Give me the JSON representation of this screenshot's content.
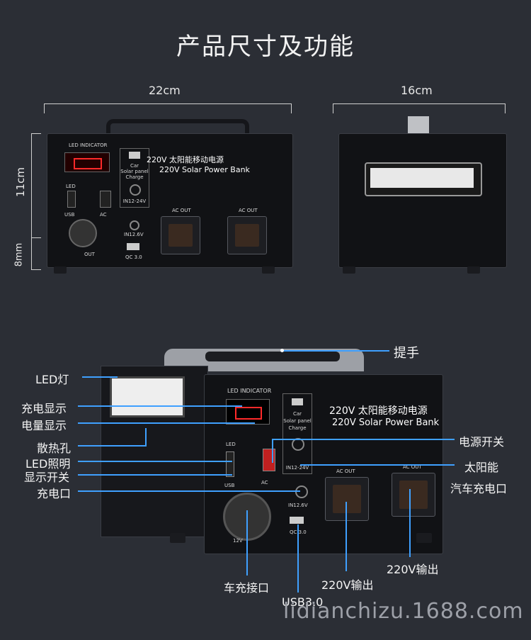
{
  "title": "产品尺寸及功能",
  "dimensions": {
    "front_width": "22cm",
    "side_width": "16cm",
    "height": "11cm",
    "foot_height": "8mm"
  },
  "panel": {
    "led_indicator": "LED INDICATOR",
    "brand_cn": "220V 太阳能移动电源",
    "brand_en": "220V Solar Power Bank",
    "charge_label_1": "Car",
    "charge_label_2": "Solar panel",
    "charge_label_3": "Charge",
    "in_12_24v": "IN12-24V",
    "in_12_6v": "IN12.6V",
    "led": "LED",
    "usb": "USB",
    "ac": "AC",
    "ac_out_1": "AC OUT",
    "ac_out_2": "AC OUT",
    "qc": "QC 3.0",
    "car_12v": "12V",
    "car_out": "OUT"
  },
  "callouts": {
    "handle": "提手",
    "led_light": "LED灯",
    "charge_display": "充电显示",
    "power_display": "电量显示",
    "vent": "散热孔",
    "led_lighting": "LED照明",
    "display_switch": "显示开关",
    "charge_port": "充电口",
    "power_switch": "电源开关",
    "solar": "太阳能",
    "car_charge_port": "汽车充电口",
    "output_220v_right": "220V输出",
    "output_220v_center": "220V输出",
    "car_socket": "车充接口",
    "usb30": "USB3.0"
  },
  "watermark": "lidianchizu.1688.com",
  "colors": {
    "background": "#2b2e35",
    "callout_line": "#3fa0ff",
    "indicator_red": "#ff2a2a"
  }
}
